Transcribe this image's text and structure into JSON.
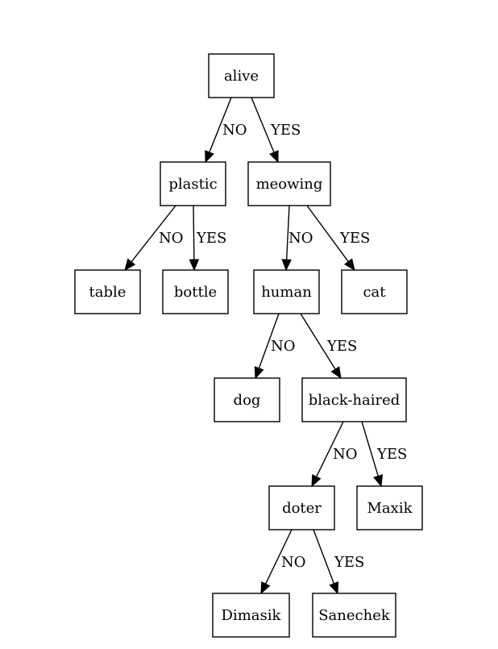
{
  "diagram": {
    "nodes": [
      {
        "id": "alive",
        "label": "alive"
      },
      {
        "id": "plastic",
        "label": "plastic"
      },
      {
        "id": "meowing",
        "label": "meowing"
      },
      {
        "id": "table",
        "label": "table"
      },
      {
        "id": "bottle",
        "label": "bottle"
      },
      {
        "id": "human",
        "label": "human"
      },
      {
        "id": "cat",
        "label": "cat"
      },
      {
        "id": "dog",
        "label": "dog"
      },
      {
        "id": "black-haired",
        "label": "black-haired"
      },
      {
        "id": "doter",
        "label": "doter"
      },
      {
        "id": "maxik",
        "label": "Maxik"
      },
      {
        "id": "dimasik",
        "label": "Dimasik"
      },
      {
        "id": "sanechek",
        "label": "Sanechek"
      }
    ],
    "edges": [
      {
        "from": "alive",
        "to": "plastic",
        "label": "NO"
      },
      {
        "from": "alive",
        "to": "meowing",
        "label": "YES"
      },
      {
        "from": "plastic",
        "to": "table",
        "label": "NO"
      },
      {
        "from": "plastic",
        "to": "bottle",
        "label": "YES"
      },
      {
        "from": "meowing",
        "to": "human",
        "label": "NO"
      },
      {
        "from": "meowing",
        "to": "cat",
        "label": "YES"
      },
      {
        "from": "human",
        "to": "dog",
        "label": "NO"
      },
      {
        "from": "human",
        "to": "black-haired",
        "label": "YES"
      },
      {
        "from": "black-haired",
        "to": "doter",
        "label": "NO"
      },
      {
        "from": "black-haired",
        "to": "maxik",
        "label": "YES"
      },
      {
        "from": "doter",
        "to": "dimasik",
        "label": "NO"
      },
      {
        "from": "doter",
        "to": "sanechek",
        "label": "YES"
      }
    ]
  }
}
